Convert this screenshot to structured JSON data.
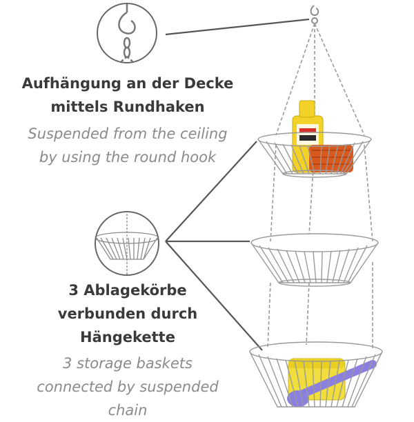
{
  "section_top": {
    "german_lines": [
      "Aufhängung an der Decke",
      "mittels Rundhaken"
    ],
    "english_lines": [
      "Suspended from the ceiling",
      "by using the round hook"
    ]
  },
  "section_bottom": {
    "german_lines": [
      "3 Ablagekörbe",
      "verbunden durch",
      "Hängekette"
    ],
    "english_lines": [
      "3 storage baskets",
      "connected by suspended",
      "chain"
    ]
  },
  "colors": {
    "german_text": "#3a3a3a",
    "english_text": "#8a8a8a",
    "wire": "#9a9a9a",
    "callout_line": "#555555",
    "bottle": "#f2d229",
    "sponge_orange": "#d85a1e",
    "sponge_yellow": "#f1de3c",
    "scrubber_purple": "#8b7fe0"
  }
}
